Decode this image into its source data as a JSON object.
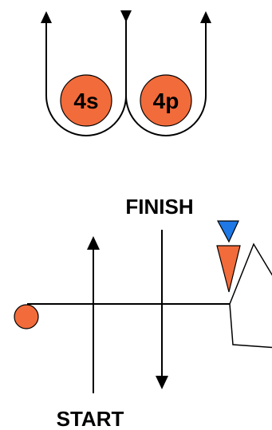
{
  "diagram": {
    "buoys": [
      {
        "id": "4s",
        "label": "4s"
      },
      {
        "id": "4p",
        "label": "4p"
      }
    ],
    "finish_label": "FINISH",
    "start_label": "START",
    "colors": {
      "buoy": "#f26b3a",
      "flag_blue": "#1e78e6",
      "flag_orange": "#f26b3a",
      "line": "#000000"
    }
  }
}
